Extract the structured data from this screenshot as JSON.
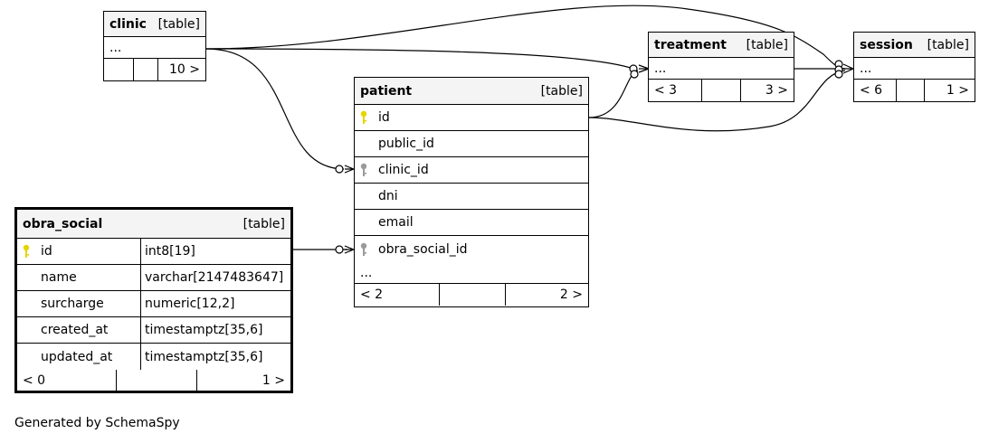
{
  "caption": "Generated by SchemaSpy",
  "colors": {
    "primary_key": "#e6d400",
    "foreign_key": "#9a9a9a",
    "header_bg": "#f4f4f4"
  },
  "tables": {
    "clinic": {
      "name": "clinic",
      "kind": "[table]",
      "ellipsis": "...",
      "foot_left": "",
      "foot_right": "10 >"
    },
    "treatment": {
      "name": "treatment",
      "kind": "[table]",
      "ellipsis": "...",
      "foot_left": "< 3",
      "foot_right": "3 >"
    },
    "session": {
      "name": "session",
      "kind": "[table]",
      "ellipsis": "...",
      "foot_left": "< 6",
      "foot_right": "1 >"
    },
    "patient": {
      "name": "patient",
      "kind": "[table]",
      "columns": [
        {
          "name": "id",
          "icon": "primary-key-icon"
        },
        {
          "name": "public_id",
          "icon": ""
        },
        {
          "name": "clinic_id",
          "icon": "foreign-key-icon"
        },
        {
          "name": "dni",
          "icon": ""
        },
        {
          "name": "email",
          "icon": ""
        },
        {
          "name": "obra_social_id",
          "icon": "foreign-key-icon"
        }
      ],
      "ellipsis": "...",
      "foot_left": "< 2",
      "foot_right": "2 >"
    },
    "obra_social": {
      "name": "obra_social",
      "kind": "[table]",
      "columns": [
        {
          "name": "id",
          "type": "int8[19]",
          "icon": "primary-key-icon"
        },
        {
          "name": "name",
          "type": "varchar[2147483647]",
          "icon": ""
        },
        {
          "name": "surcharge",
          "type": "numeric[12,2]",
          "icon": ""
        },
        {
          "name": "created_at",
          "type": "timestamptz[35,6]",
          "icon": ""
        },
        {
          "name": "updated_at",
          "type": "timestamptz[35,6]",
          "icon": ""
        }
      ],
      "foot_left": "< 0",
      "foot_right": "1 >"
    }
  },
  "relationships": [
    {
      "from": "clinic",
      "to": "session"
    },
    {
      "from": "clinic",
      "to": "treatment"
    },
    {
      "from": "clinic",
      "to": "patient.clinic_id"
    },
    {
      "from": "patient",
      "to": "treatment"
    },
    {
      "from": "patient",
      "to": "session"
    },
    {
      "from": "treatment",
      "to": "session"
    },
    {
      "from": "obra_social",
      "to": "patient.obra_social_id"
    }
  ]
}
